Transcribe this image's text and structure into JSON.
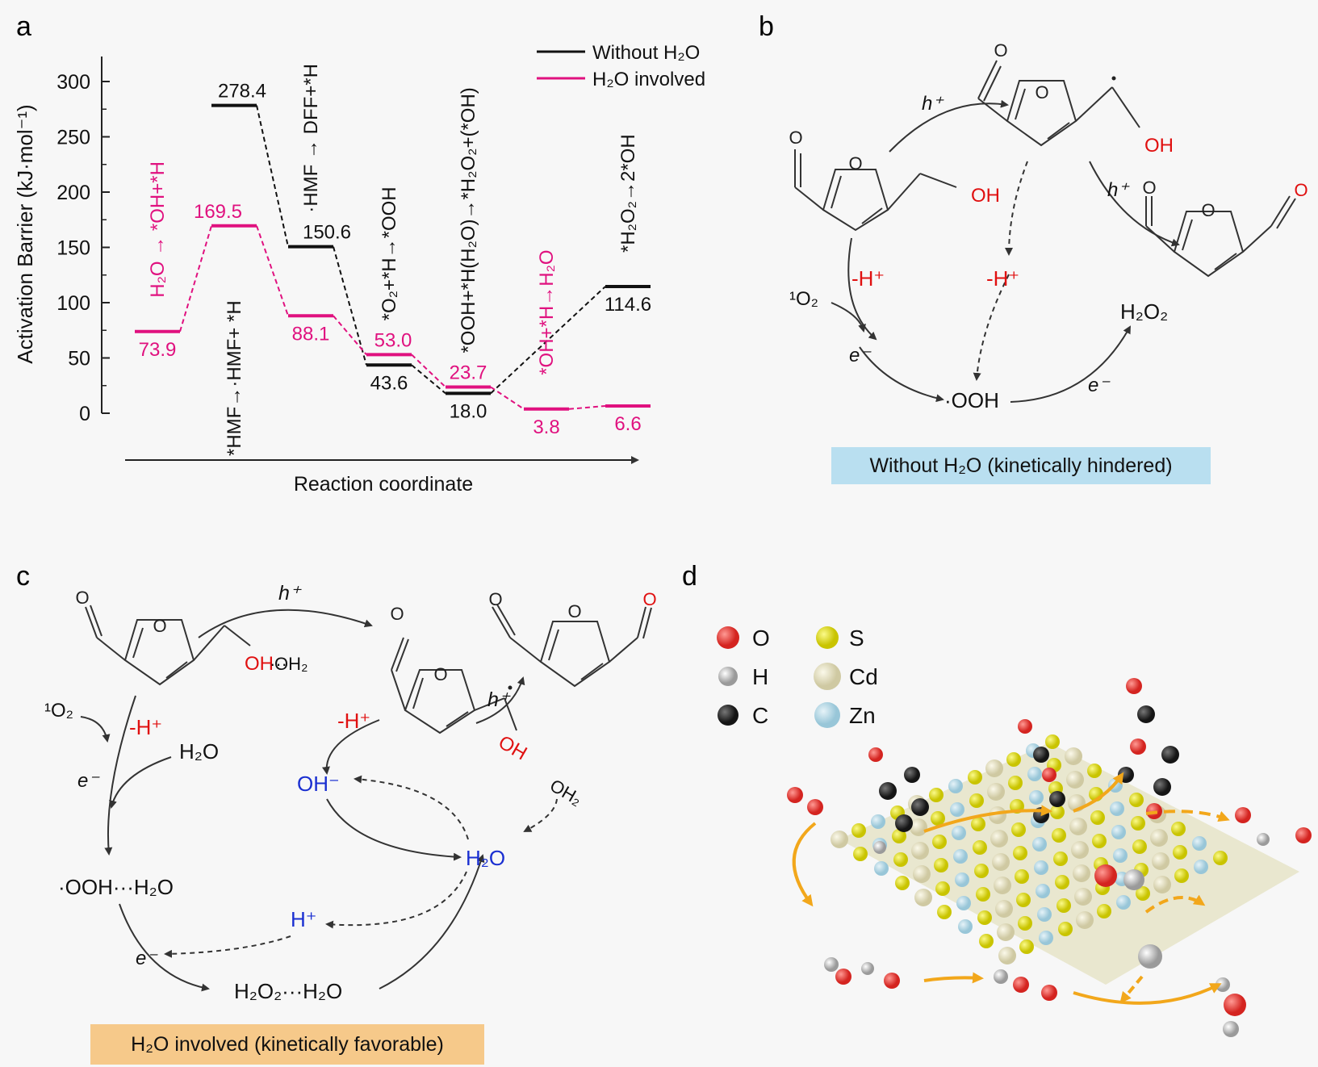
{
  "panels": {
    "a": "a",
    "b": "b",
    "c": "c",
    "d": "d"
  },
  "chart_data": {
    "type": "line",
    "ylabel": "Activation Barrier (kJ·mol⁻¹)",
    "xlabel": "Reaction coordinate",
    "ylim": [
      0,
      320
    ],
    "yticks": [
      0,
      50,
      100,
      150,
      200,
      250,
      300
    ],
    "legend": {
      "position": "top-right",
      "entries": [
        "Without H₂O",
        "H₂O involved"
      ]
    },
    "colors": {
      "without": "#111111",
      "with": "#e0117f"
    },
    "series": [
      {
        "name": "Without H₂O",
        "key": "without",
        "points": [
          {
            "pos": 1,
            "value": 278.4,
            "label": "278.4"
          },
          {
            "pos": 2,
            "value": 150.6,
            "label": "150.6"
          },
          {
            "pos": 3,
            "value": 43.6,
            "label": "43.6"
          },
          {
            "pos": 4,
            "value": 18.0,
            "label": "18.0"
          },
          {
            "pos": 6,
            "value": 114.6,
            "label": "114.6"
          }
        ]
      },
      {
        "name": "H₂O involved",
        "key": "with",
        "points": [
          {
            "pos": 0,
            "value": 73.9,
            "label": "73.9"
          },
          {
            "pos": 1,
            "value": 169.5,
            "label": "169.5"
          },
          {
            "pos": 2,
            "value": 88.1,
            "label": "88.1"
          },
          {
            "pos": 3,
            "value": 53.0,
            "label": "53.0"
          },
          {
            "pos": 4,
            "value": 23.7,
            "label": "23.7"
          },
          {
            "pos": 5,
            "value": 3.8,
            "label": "3.8"
          },
          {
            "pos": 6,
            "value": 6.6,
            "label": "6.6"
          }
        ]
      }
    ],
    "step_labels": [
      {
        "pos": 0,
        "text": "H₂O → *OH+*H",
        "color": "with",
        "side": "up"
      },
      {
        "pos": 1,
        "text": "*HMF→·HMF+ *H",
        "color": "without",
        "side": "down"
      },
      {
        "pos": 2,
        "text": "·HMF → DFF+*H",
        "color": "without",
        "side": "up"
      },
      {
        "pos": 3,
        "text": "*O₂+*H→*OOH",
        "color": "without",
        "side": "up"
      },
      {
        "pos": 4,
        "text": "*OOH+*H(H₂O)→*H₂O₂+(*OH)",
        "color": "without",
        "side": "up"
      },
      {
        "pos": 5,
        "text": "*OH+*H→H₂O",
        "color": "with",
        "side": "up"
      },
      {
        "pos": 6,
        "text": "*H₂O₂→2*OH",
        "color": "without",
        "side": "up"
      }
    ]
  },
  "panel_b": {
    "h_plus": "h⁺",
    "oh": "OH",
    "o": "O",
    "minus_h_plus": "-H⁺",
    "singlet_o2": "¹O₂",
    "e_minus": "e⁻",
    "ooh": "·OOH",
    "h2o2": "H₂O₂",
    "badge": "Without H₂O (kinetically hindered)"
  },
  "panel_c": {
    "h_plus": "h⁺",
    "oh_oh2": "OH···OH₂",
    "oh": "OH",
    "oh2": "OH₂",
    "o": "O",
    "minus_h_plus": "-H⁺",
    "singlet_o2": "¹O₂",
    "h2o": "H₂O",
    "e_minus": "e⁻",
    "oh_minus": "OH⁻",
    "h2o_blue": "H₂O",
    "h_plus_blue": "H⁺",
    "ooh_h2o": "·OOH···H₂O",
    "h2o2_h2o": "H₂O₂···H₂O",
    "badge": "H₂O involved (kinetically favorable)"
  },
  "panel_d": {
    "legend": [
      {
        "symbol": "O",
        "color": "#e8312f"
      },
      {
        "symbol": "H",
        "color": "#c8c8c8"
      },
      {
        "symbol": "C",
        "color": "#2b2b2b"
      },
      {
        "symbol": "S",
        "color": "#e6e214"
      },
      {
        "symbol": "Cd",
        "color": "#e8e4c2"
      },
      {
        "symbol": "Zn",
        "color": "#b9dbe8"
      }
    ]
  }
}
